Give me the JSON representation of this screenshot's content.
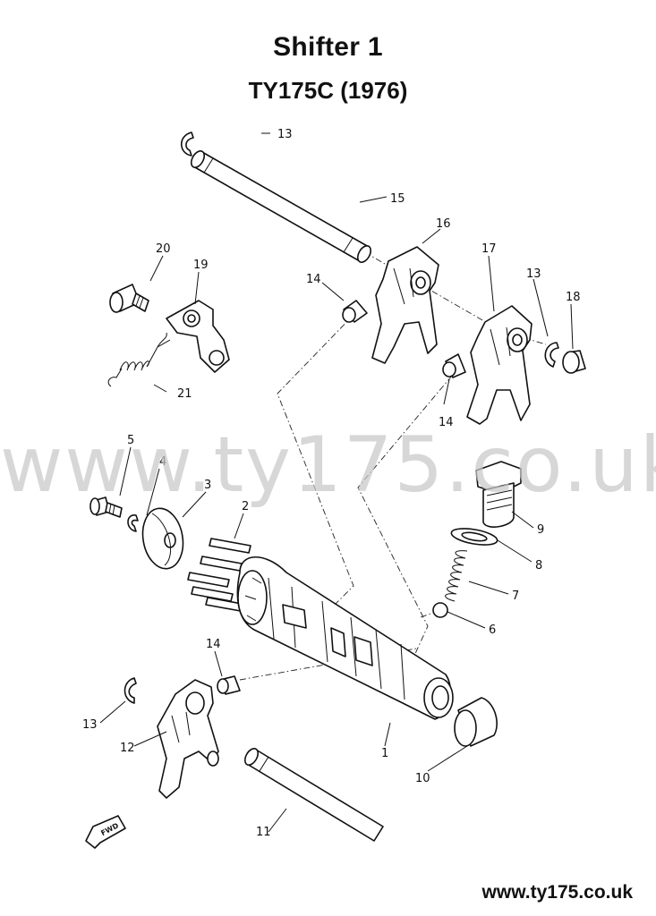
{
  "header": {
    "title": "Shifter 1",
    "subtitle": "TY175C (1976)"
  },
  "watermark": "www.ty175.co.uk",
  "footer": {
    "url": "www.ty175.co.uk"
  },
  "callouts": [
    {
      "id": "c13a",
      "text": "13"
    },
    {
      "id": "c15",
      "text": "15"
    },
    {
      "id": "c16",
      "text": "16"
    },
    {
      "id": "c17",
      "text": "17"
    },
    {
      "id": "c13b",
      "text": "13"
    },
    {
      "id": "c18",
      "text": "18"
    },
    {
      "id": "c20",
      "text": "20"
    },
    {
      "id": "c19",
      "text": "19"
    },
    {
      "id": "c14a",
      "text": "14"
    },
    {
      "id": "c21",
      "text": "21"
    },
    {
      "id": "c14b",
      "text": "14"
    },
    {
      "id": "c5",
      "text": "5"
    },
    {
      "id": "c4",
      "text": "4"
    },
    {
      "id": "c3",
      "text": "3"
    },
    {
      "id": "c2",
      "text": "2"
    },
    {
      "id": "c9",
      "text": "9"
    },
    {
      "id": "c8",
      "text": "8"
    },
    {
      "id": "c7",
      "text": "7"
    },
    {
      "id": "c6",
      "text": "6"
    },
    {
      "id": "c14c",
      "text": "14"
    },
    {
      "id": "c13c",
      "text": "13"
    },
    {
      "id": "c12",
      "text": "12"
    },
    {
      "id": "c1",
      "text": "1"
    },
    {
      "id": "c10",
      "text": "10"
    },
    {
      "id": "c11",
      "text": "11"
    }
  ],
  "fwd_badge": "FWD"
}
